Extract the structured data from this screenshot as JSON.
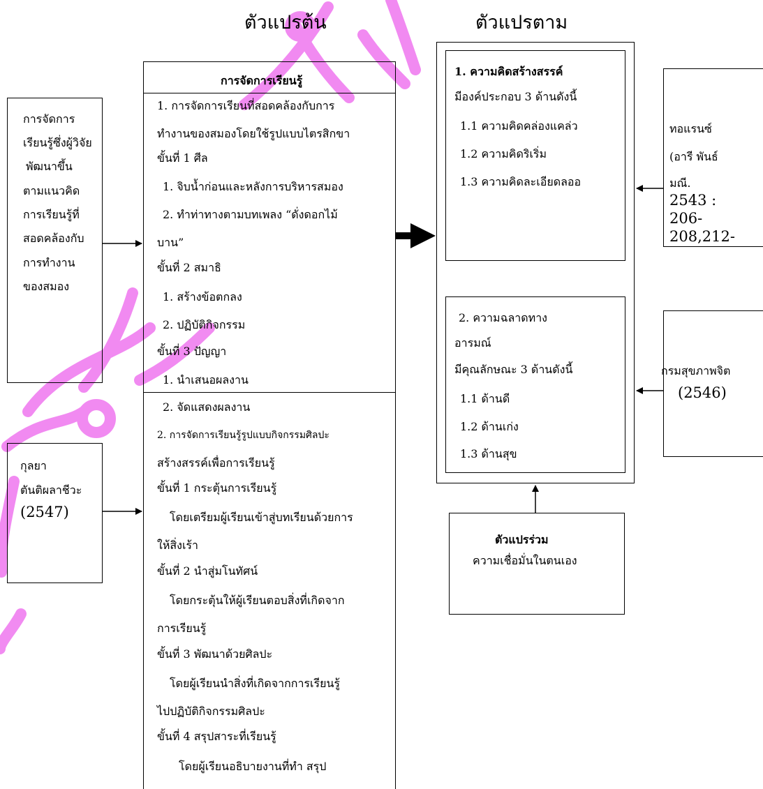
{
  "headers": {
    "independent": "ตัวแปรต้น",
    "dependent": "ตัวแปรตาม"
  },
  "source_left_top": {
    "lines": [
      "การจัดการ",
      "เรียนรู้ซึ่งผู้วิจัย",
      "พัฒนาขึ้น",
      "ตามแนวคิด",
      "การเรียนรู้ที่",
      "สอดคล้องกับ",
      "การทำงาน",
      "ของสมอง"
    ]
  },
  "source_left_bottom": {
    "lines": [
      "กุลยา",
      "ตันติผลาชีวะ",
      "(2547)"
    ]
  },
  "learning_box": {
    "title": "การจัดการเรียนรู้",
    "lines": [
      "1. การจัดการเรียนที่สอดคล้องกับการ",
      "ทำงานของสมองโดยใช้รูปแบบไตรสิกขา",
      "ขั้นที่ 1 ศีล",
      "1. จิบน้ำก่อนและหลังการบริหารสมอง",
      "2. ทำท่าทางตามบทเพลง “ดั่งดอกไม้",
      "บาน”",
      "ขั้นที่ 2 สมาธิ",
      "1. สร้างข้อตกลง",
      "2. ปฏิบัติกิจกรรม",
      "ขั้นที่ 3 ปัญญา",
      "1. นำเสนอผลงาน",
      "2. จัดแสดงผลงาน",
      "2. การจัดการเรียนรู้รูปแบบกิจกรรมศิลปะ",
      "สร้างสรรค์เพื่อการเรียนรู้",
      "ขั้นที่ 1 กระตุ้นการเรียนรู้",
      "โดยเตรียมผู้เรียนเข้าสู่บทเรียนด้วยการ",
      "ให้สิ่งเร้า",
      "ขั้นที่ 2 นำสู่มโนทัศน์",
      "โดยกระตุ้นให้ผู้เรียนตอบสิ่งที่เกิดจาก",
      "การเรียนรู้",
      "ขั้นที่ 3 พัฒนาด้วยศิลปะ",
      "โดยผู้เรียนนำสิ่งที่เกิดจากการเรียนรู้",
      "ไปปฏิบัติกิจกรรมศิลปะ",
      "ขั้นที่ 4 สรุปสาระที่เรียนรู้",
      "โดยผู้เรียนอธิบายงานที่ทำ สรุป"
    ]
  },
  "creativity_box": {
    "lines": [
      "1. ความคิดสร้างสรรค์",
      "มีองค์ประกอบ 3 ด้านดังนี้",
      "1.1 ความคิดคล่องแคล่ว",
      "1.2 ความคิดริเริ่ม",
      "1.3 ความคิดละเอียดลออ"
    ]
  },
  "eq_box": {
    "lines": [
      "2. ความฉลาดทาง",
      "อารมณ์",
      "มีคุณลักษณะ 3 ด้านดังนี้",
      "1.1 ด้านดี",
      "1.2 ด้านเก่ง",
      "1.3 ด้านสุข"
    ]
  },
  "covariate_box": {
    "title": "ตัวแปรร่วม",
    "subtitle": "ความเชื่อมั่นในตนเอง"
  },
  "source_right_top": {
    "lines": [
      "ทอแรนซ์",
      "(อารี  พันธ์",
      "มณี.",
      "2543 :",
      "206-",
      "208,212-"
    ]
  },
  "source_right_bottom": {
    "lines": [
      "กรมสุขภาพจิต",
      "(2546)"
    ]
  }
}
